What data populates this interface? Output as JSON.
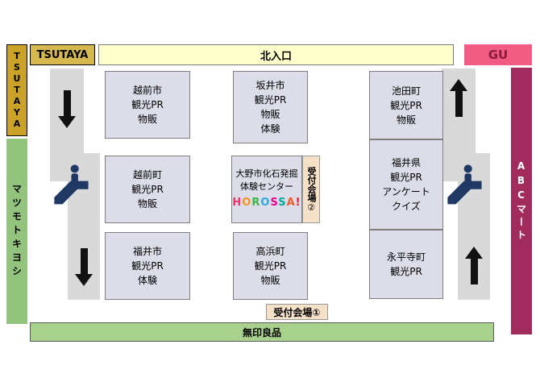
{
  "header": {
    "tsutaya": "TSUTAYA",
    "north_entrance": "北入口",
    "gu": "GU"
  },
  "sides": {
    "tsutaya_vertical": "TSUTAYA",
    "matsumotokiyoshi": "マツモトキヨシ",
    "abc_mart": "ABCマート",
    "muji": "無印良品"
  },
  "booths": {
    "echizen_city": "越前市\n観光PR\n物販",
    "echizen_town": "越前町\n観光PR\n物販",
    "fukui_city": "福井市\n観光PR\n体験",
    "sakai_city": "坂井市\n観光PR\n物販\n体験",
    "ono_city": "大野市化石発掘\n体験センター",
    "takahama": "高浜町\n観光PR\n物販",
    "ikeda": "池田町\n観光PR\n物販",
    "fukui_pref": "福井県\n観光PR\nアンケート\nクイズ",
    "eiheiji": "永平寺町\n観光PR"
  },
  "horossa": {
    "letters": [
      {
        "ch": "H",
        "color": "#e8336d"
      },
      {
        "ch": "O",
        "color": "#f7941d"
      },
      {
        "ch": "R",
        "color": "#39b54a"
      },
      {
        "ch": "O",
        "color": "#27aae1"
      },
      {
        "ch": "S",
        "color": "#ec008c"
      },
      {
        "ch": "S",
        "color": "#00a99d"
      },
      {
        "ch": "A",
        "color": "#f15a29"
      },
      {
        "ch": "!",
        "color": "#ed1c24"
      }
    ]
  },
  "reception": {
    "area2_label": "受付会場",
    "area2_num": "②",
    "area1_label": "受付会場①"
  },
  "icons": {
    "left_escalator_arrows": "down-arrow",
    "right_escalator_arrows": "up-arrow",
    "escalator": "escalator-icon"
  },
  "colors": {
    "booth_bg": "#dcdde8",
    "tsutaya_gold": "#c9a227",
    "tsutaya_tan": "#d5b94f",
    "matsukiyo_green": "#92c47d",
    "muji_green": "#a9d18e",
    "gu_pink": "#f25c84",
    "abc_maroon": "#a02b5c",
    "entrance_yellow": "#ffffcc",
    "reception_beige": "#f5e0c8",
    "escalator_navy": "#1f3864"
  }
}
